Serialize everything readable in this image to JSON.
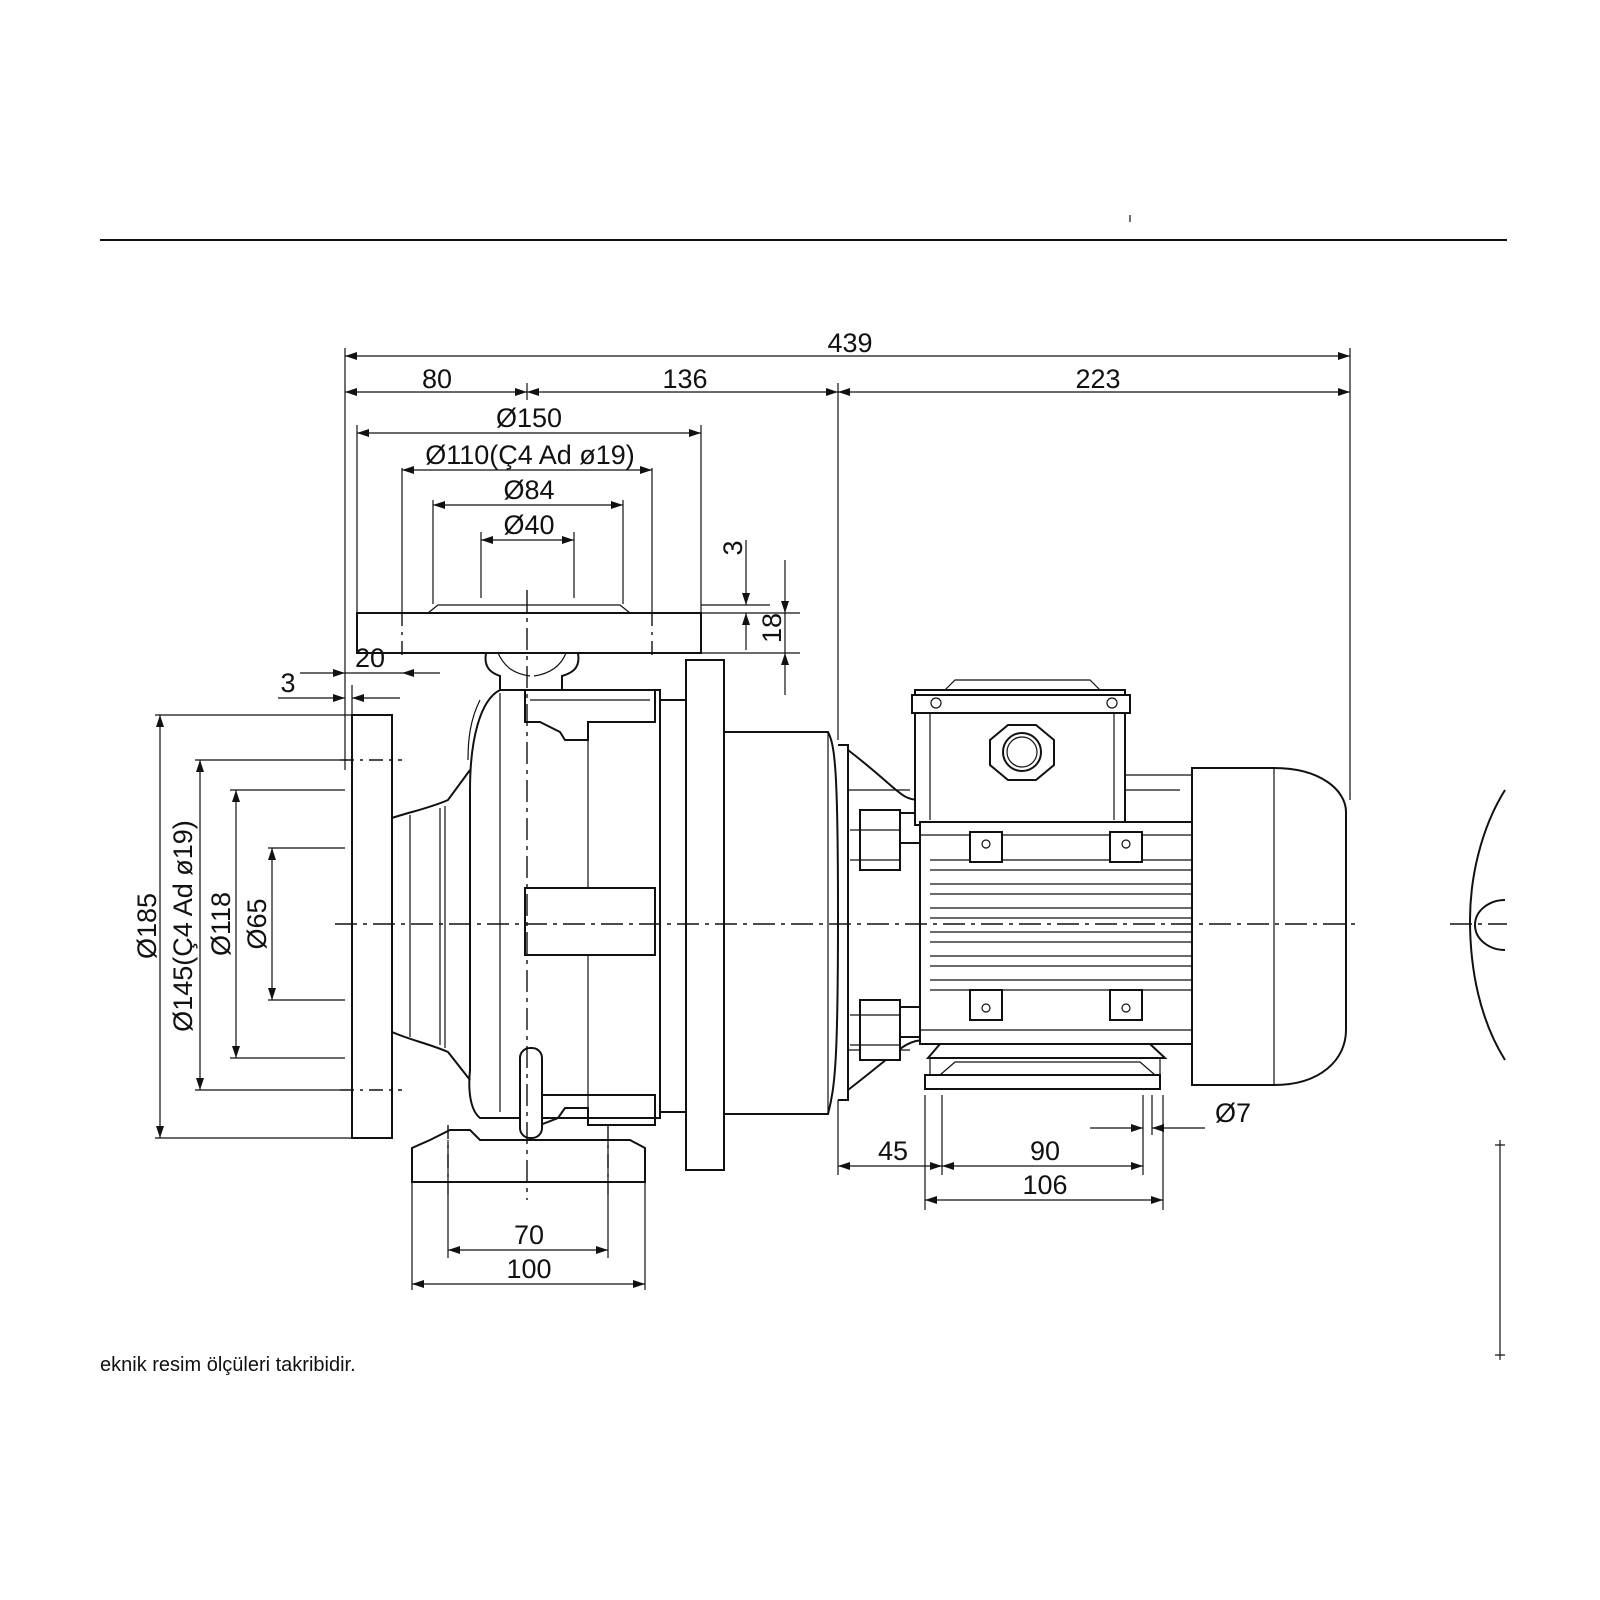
{
  "drawing": {
    "dimensions": {
      "total_length": "439",
      "flange_offset": "80",
      "housing_length": "136",
      "motor_length": "223",
      "dia_150": "Ø150",
      "dia_110": "Ø110(Ç4 Ad ø19)",
      "dia_84": "Ø84",
      "dia_40": "Ø40",
      "flange_gap": "3",
      "flange_thickness": "18",
      "suction_flange_thickness": "20",
      "suction_gap": "3",
      "dia_185": "Ø185",
      "dia_145": "Ø145(Ç4 Ad ø19)",
      "dia_118": "Ø118",
      "dia_65": "Ø65",
      "foot_70": "70",
      "foot_100": "100",
      "motor_offset_45": "45",
      "motor_foot_90": "90",
      "motor_foot_106": "106",
      "hole_dia_7": "Ø7"
    }
  },
  "note": {
    "text": "eknik resim ölçüleri takribidir."
  }
}
